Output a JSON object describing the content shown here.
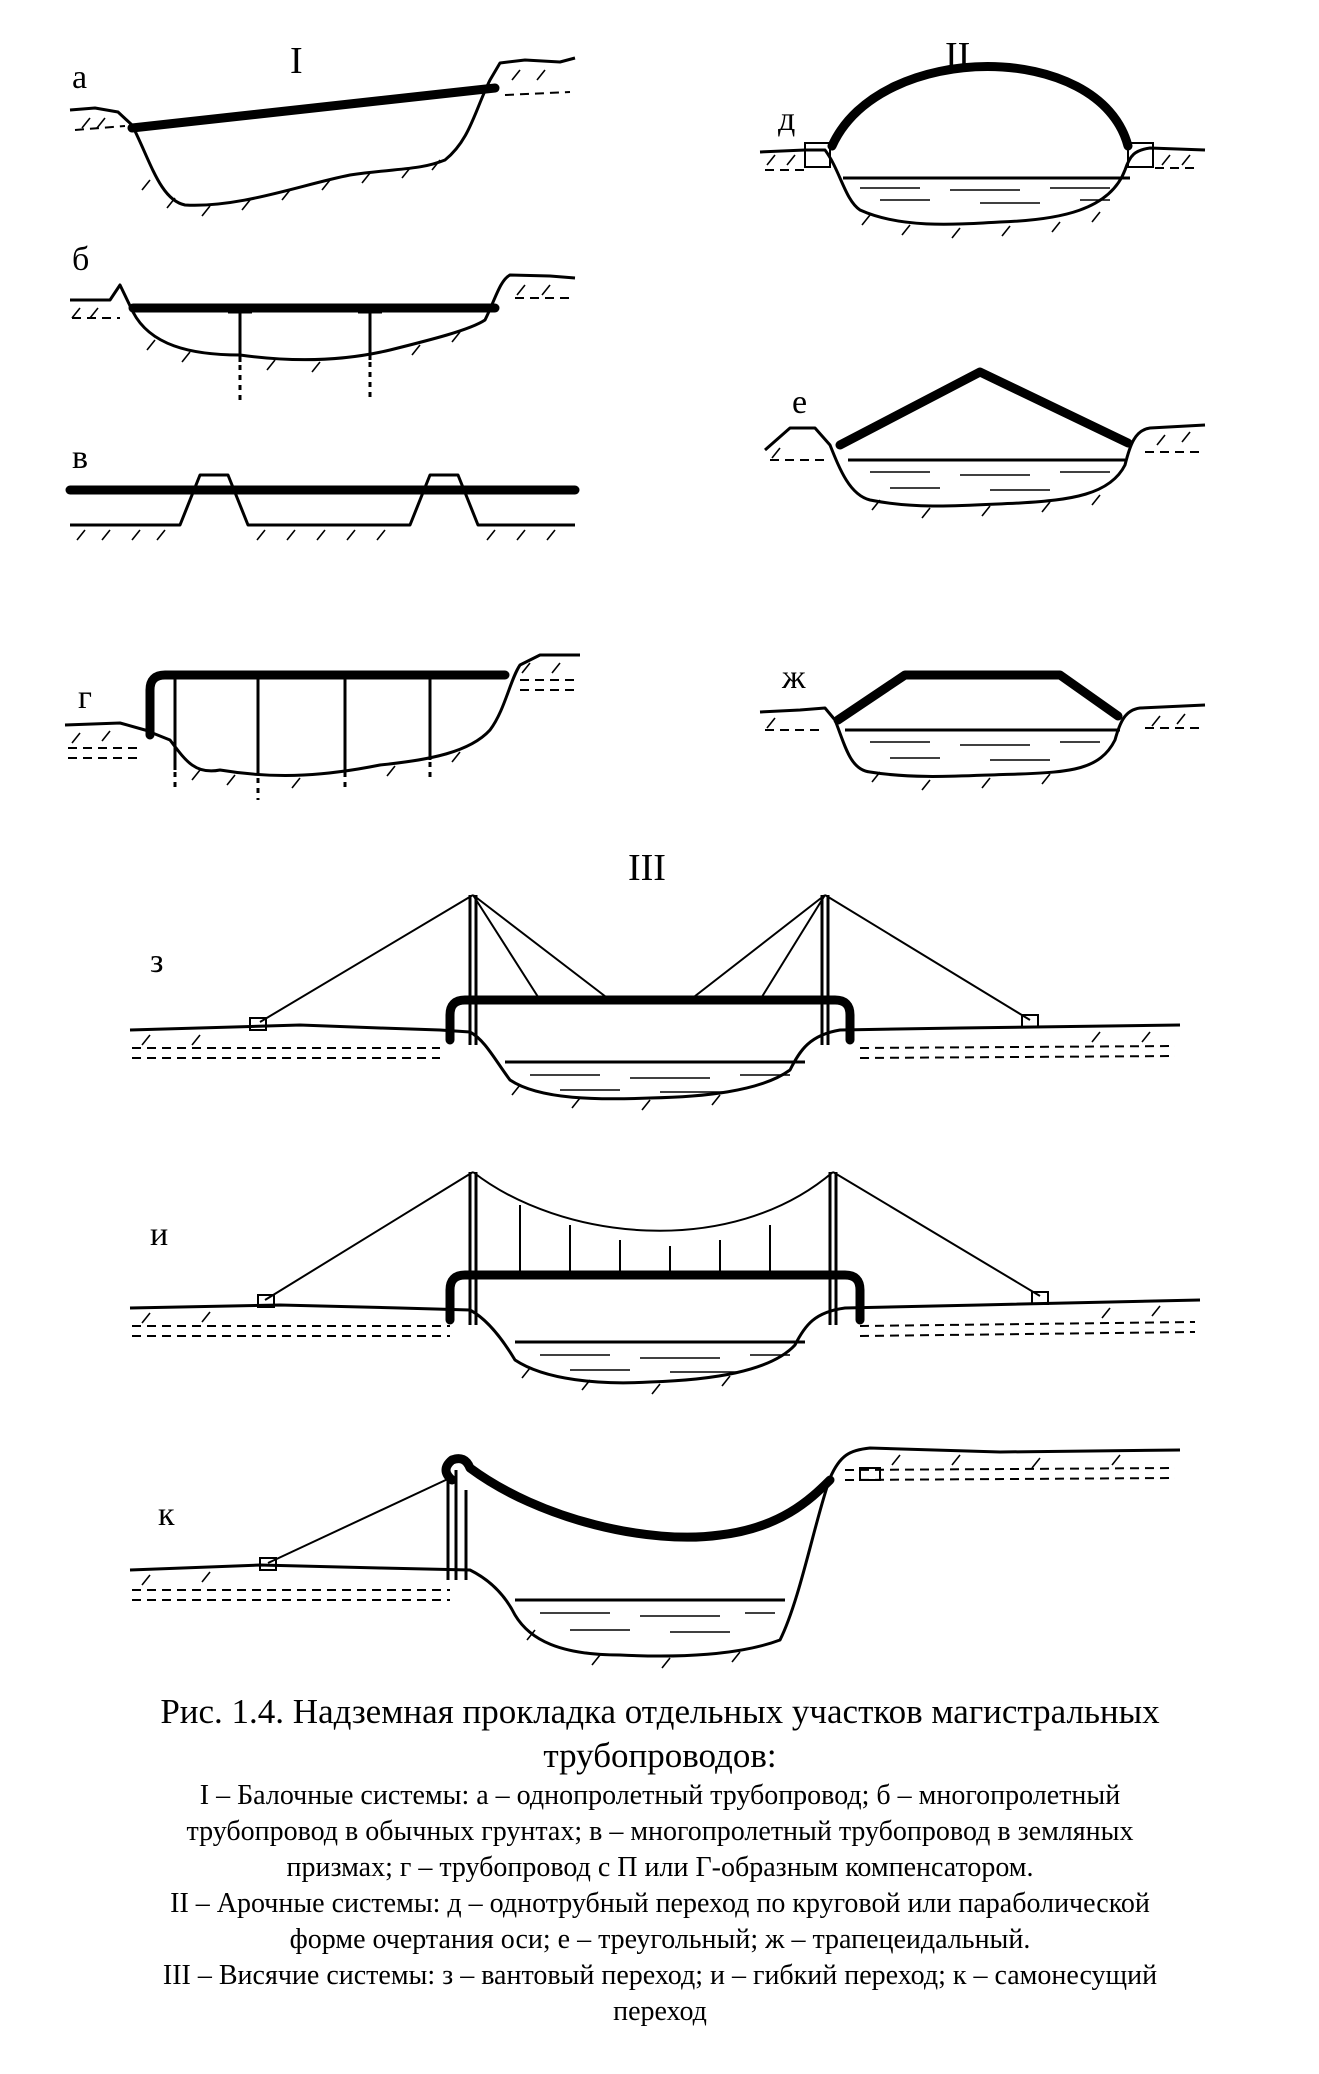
{
  "sections": {
    "I": "I",
    "II": "II",
    "III": "III"
  },
  "labels": {
    "a": "а",
    "b": "б",
    "v": "в",
    "g": "г",
    "d": "д",
    "e": "е",
    "zh": "ж",
    "z": "з",
    "i": "и",
    "k": "к"
  },
  "caption": {
    "title": "Рис. 1.4.  Надземная прокладка отдельных участков магистральных трубопроводов:",
    "lines": [
      "I – Балочные системы: а – однопролетный трубопровод; б – многопролетный",
      "трубопровод в обычных грунтах; в – многопролетный трубопровод в земляных",
      "призмах; г – трубопровод с П или Г-образным компенсатором.",
      "II – Арочные системы: д – однотрубный переход по круговой или параболической",
      "форме очертания оси; е – треугольный; ж – трапецеидальный.",
      "III – Висячие системы: з – вантовый переход; и – гибкий переход; к – самонесущий",
      "переход"
    ]
  }
}
